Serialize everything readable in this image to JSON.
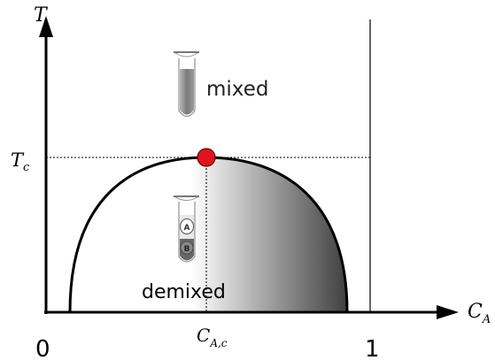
{
  "axes": {
    "y_label": "T",
    "x_label": "C",
    "x_label_sub": "A",
    "tc_label": "T",
    "tc_label_sub": "c",
    "cac_label": "C",
    "cac_label_sub": "A,c",
    "tick_zero": "0",
    "tick_one": "1"
  },
  "regions": {
    "mixed_label": "mixed",
    "demixed_label": "demixed"
  },
  "tube_demixed": {
    "phase_a": "A",
    "phase_b": "B"
  },
  "colors": {
    "critical_point": "#e0141c",
    "curve": "#000000",
    "tube_liquid": "#8c8c8c",
    "gradient_dark": "#3c3c3c",
    "gradient_light": "#ffffff"
  }
}
